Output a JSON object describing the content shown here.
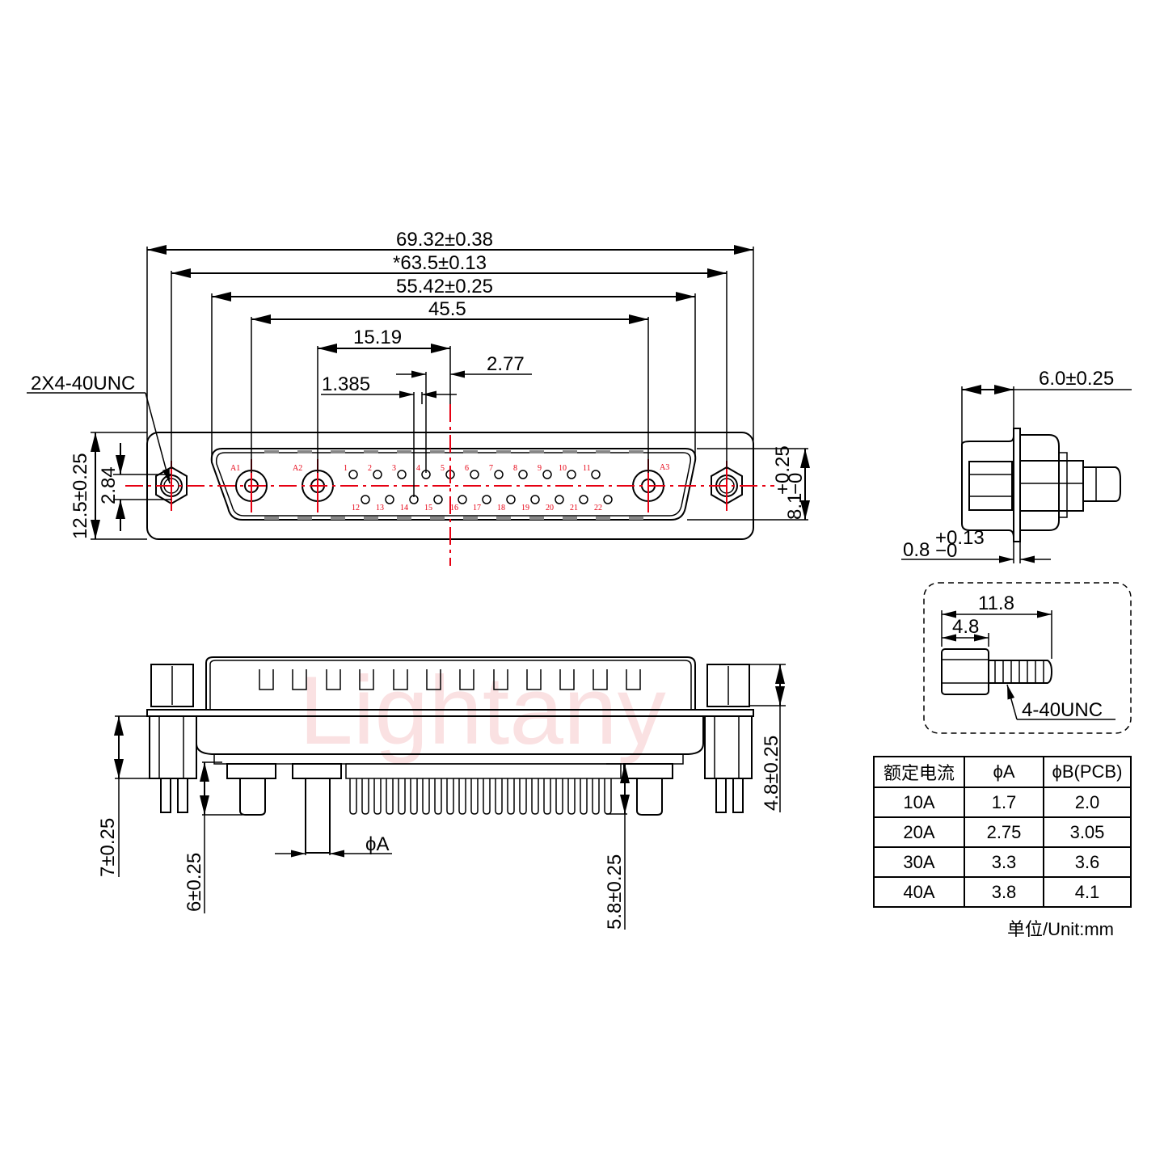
{
  "watermark": "Lightany",
  "front_view": {
    "dimensions": {
      "overall_width": "69.32±0.38",
      "mount_hole_spacing": "*63.5±0.13",
      "shell_width": "55.42±0.25",
      "power_pin_spacing": "45.5",
      "center_offset": "15.19",
      "pin_pitch": "2.77",
      "row_offset": "1.385",
      "flange_height": "12.5±0.25",
      "row_spacing": "2.84",
      "shell_height_main": "8.1",
      "shell_height_tol_plus": "+0.25",
      "shell_height_tol_minus": "−0"
    },
    "thread_callout": "2X4-40UNC",
    "power_contacts": [
      "A1",
      "A2",
      "A3"
    ],
    "signal_pins_top": [
      "1",
      "2",
      "3",
      "4",
      "5",
      "6",
      "7",
      "8",
      "9",
      "10",
      "11"
    ],
    "signal_pins_bottom": [
      "12",
      "13",
      "14",
      "15",
      "16",
      "17",
      "18",
      "19",
      "20",
      "21",
      "22"
    ]
  },
  "side_view": {
    "depth": "6.0±0.25",
    "flange_thickness_main": "0.8",
    "flange_tol_plus": "+0.13",
    "flange_tol_minus": "−0"
  },
  "screw_detail": {
    "total_length": "11.8",
    "head_length": "4.8",
    "thread": "4-40UNC"
  },
  "bottom_view": {
    "dimensions": {
      "standoff_height": "7±0.25",
      "power_pin_length": "6±0.25",
      "signal_pin_length": "5.8±0.25",
      "hex_nut_height": "4.8±0.25",
      "pin_diameter": "ϕA"
    }
  },
  "spec_table": {
    "headers": [
      "额定电流",
      "ϕA",
      "ϕB(PCB)"
    ],
    "rows": [
      [
        "10A",
        "1.7",
        "2.0"
      ],
      [
        "20A",
        "2.75",
        "3.05"
      ],
      [
        "30A",
        "3.3",
        "3.6"
      ],
      [
        "40A",
        "3.8",
        "4.1"
      ]
    ],
    "unit": "单位/Unit:mm"
  }
}
